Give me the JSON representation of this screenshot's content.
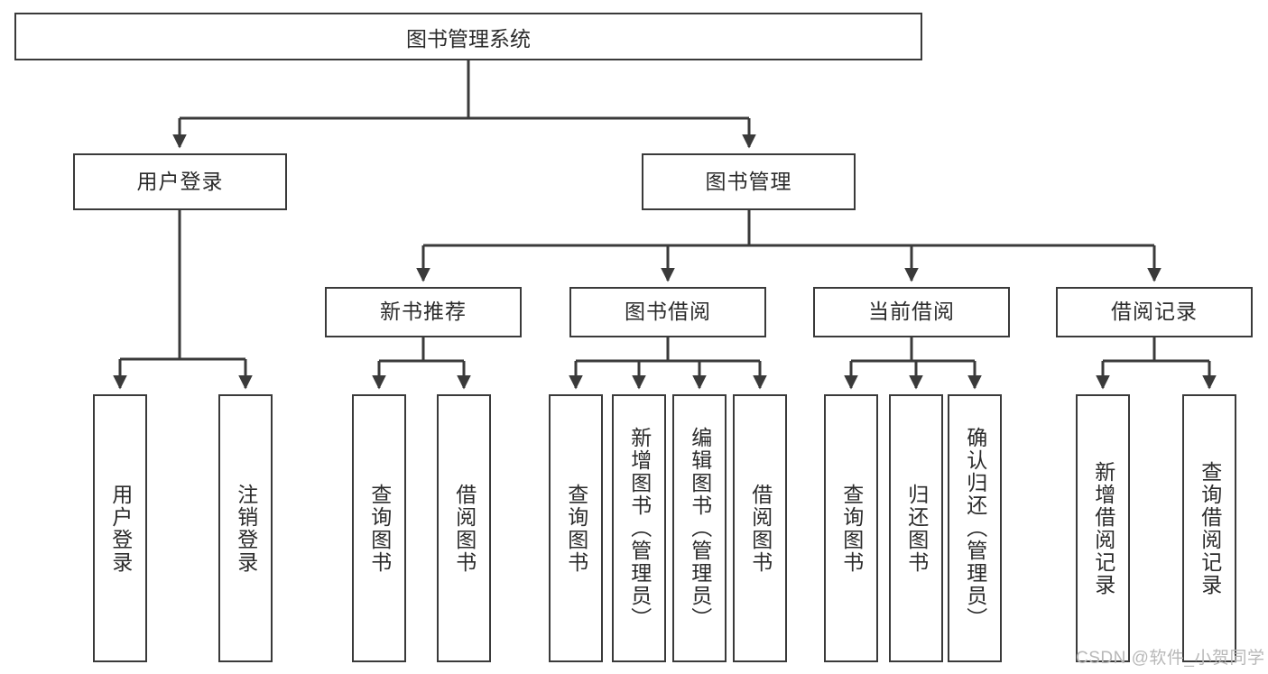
{
  "diagram": {
    "type": "hierarchy-tree",
    "title": "图书管理系统",
    "levels": {
      "root": {
        "label": "图书管理系统"
      },
      "level2": [
        {
          "id": "user-login",
          "label": "用户登录"
        },
        {
          "id": "book-management",
          "label": "图书管理"
        }
      ],
      "level3": [
        {
          "id": "new-book-recommend",
          "label": "新书推荐",
          "parent": "book-management"
        },
        {
          "id": "book-borrow",
          "label": "图书借阅",
          "parent": "book-management"
        },
        {
          "id": "current-borrow",
          "label": "当前借阅",
          "parent": "book-management"
        },
        {
          "id": "borrow-record",
          "label": "借阅记录",
          "parent": "book-management"
        }
      ],
      "leaves": [
        {
          "id": "leaf-user-login",
          "label": "用户登录",
          "parent": "user-login"
        },
        {
          "id": "leaf-logout-login",
          "label": "注销登录",
          "parent": "user-login"
        },
        {
          "id": "leaf-query-book-1",
          "label": "查询图书",
          "parent": "new-book-recommend"
        },
        {
          "id": "leaf-borrow-book-1",
          "label": "借阅图书",
          "parent": "new-book-recommend"
        },
        {
          "id": "leaf-query-book-2",
          "label": "查询图书",
          "parent": "book-borrow"
        },
        {
          "id": "leaf-add-book",
          "label": "新增图书（管理员）",
          "parent": "book-borrow"
        },
        {
          "id": "leaf-edit-book",
          "label": "编辑图书（管理员）",
          "parent": "book-borrow"
        },
        {
          "id": "leaf-borrow-book-2",
          "label": "借阅图书",
          "parent": "book-borrow"
        },
        {
          "id": "leaf-query-book-3",
          "label": "查询图书",
          "parent": "current-borrow"
        },
        {
          "id": "leaf-return-book",
          "label": "归还图书",
          "parent": "current-borrow"
        },
        {
          "id": "leaf-confirm-return",
          "label": "确认归还（管理员）",
          "parent": "current-borrow"
        },
        {
          "id": "leaf-add-record",
          "label": "新增借阅记录",
          "parent": "borrow-record"
        },
        {
          "id": "leaf-query-record",
          "label": "查询借阅记录",
          "parent": "borrow-record"
        }
      ]
    },
    "colors": {
      "border": "#3a3a3a",
      "background": "#ffffff",
      "text": "#2b2b2b",
      "watermark": "#b8b8b8"
    }
  },
  "watermark": {
    "text": "CSDN @软件_小贺同学"
  }
}
